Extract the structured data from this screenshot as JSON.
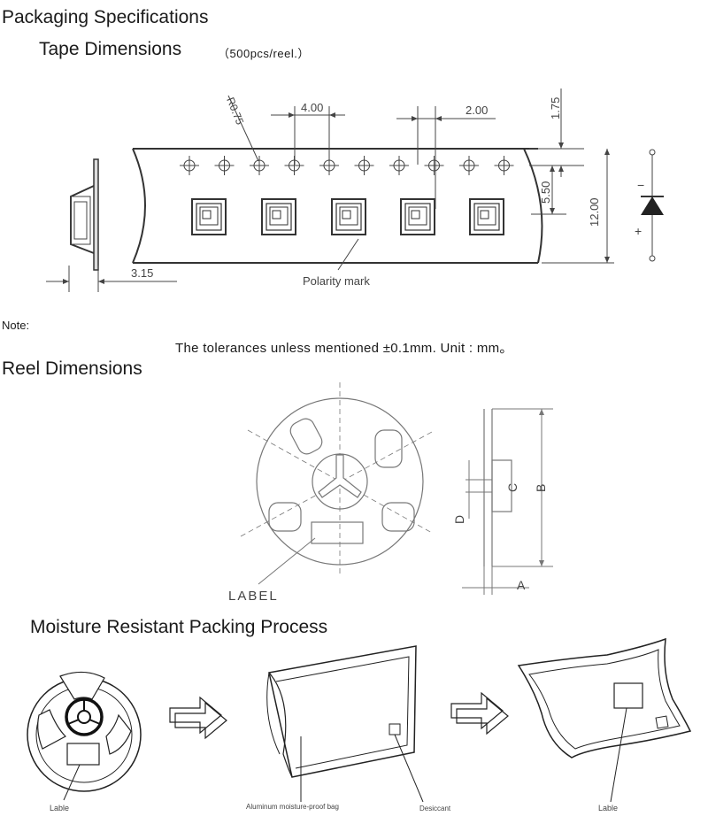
{
  "title": "Packaging Specifications",
  "tape": {
    "heading": "Tape Dimensions",
    "quantity": "（500pcs/reel.）",
    "dims": {
      "radius": "R0.75",
      "pitch": "4.00",
      "hole_offset": "2.00",
      "edge": "1.75",
      "row": "5.50",
      "width": "12.00",
      "thickness": "3.15"
    },
    "polarity_label": "Polarity mark",
    "diode_minus": "−",
    "diode_plus": "+"
  },
  "note": {
    "label": "Note:",
    "tolerance": "The tolerances unless mentioned ±0.1mm. Unit : mm。"
  },
  "reel": {
    "heading": "Reel Dimensions",
    "label_text": "LABEL",
    "dims": {
      "a": "A",
      "b": "B",
      "c": "C",
      "d": "D"
    }
  },
  "moisture": {
    "heading": "Moisture Resistant Packing Process",
    "labels": {
      "reel_label": "Lable",
      "bag": "Aluminum moisture-proof bag",
      "desiccant": "Desiccant",
      "sealed_label": "Lable"
    }
  }
}
